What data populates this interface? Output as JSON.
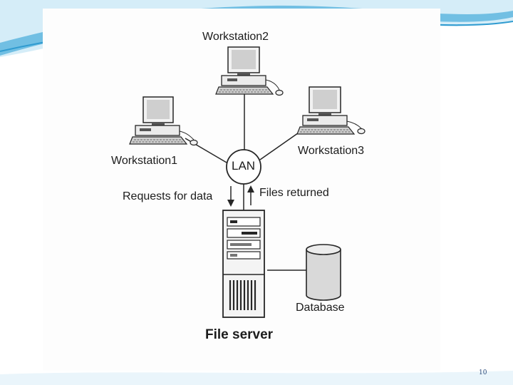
{
  "diagram": {
    "nodes": {
      "workstation1": "Workstation1",
      "workstation2": "Workstation2",
      "workstation3": "Workstation3",
      "lan": "LAN",
      "file_server": "File server",
      "database": "Database"
    },
    "edges": {
      "requests": "Requests for data",
      "files_returned": "Files returned"
    }
  },
  "slide": {
    "number": "10"
  },
  "colors": {
    "accent": "#2f9bd0",
    "accent_light": "#9fd4ec",
    "line": "#262626"
  }
}
